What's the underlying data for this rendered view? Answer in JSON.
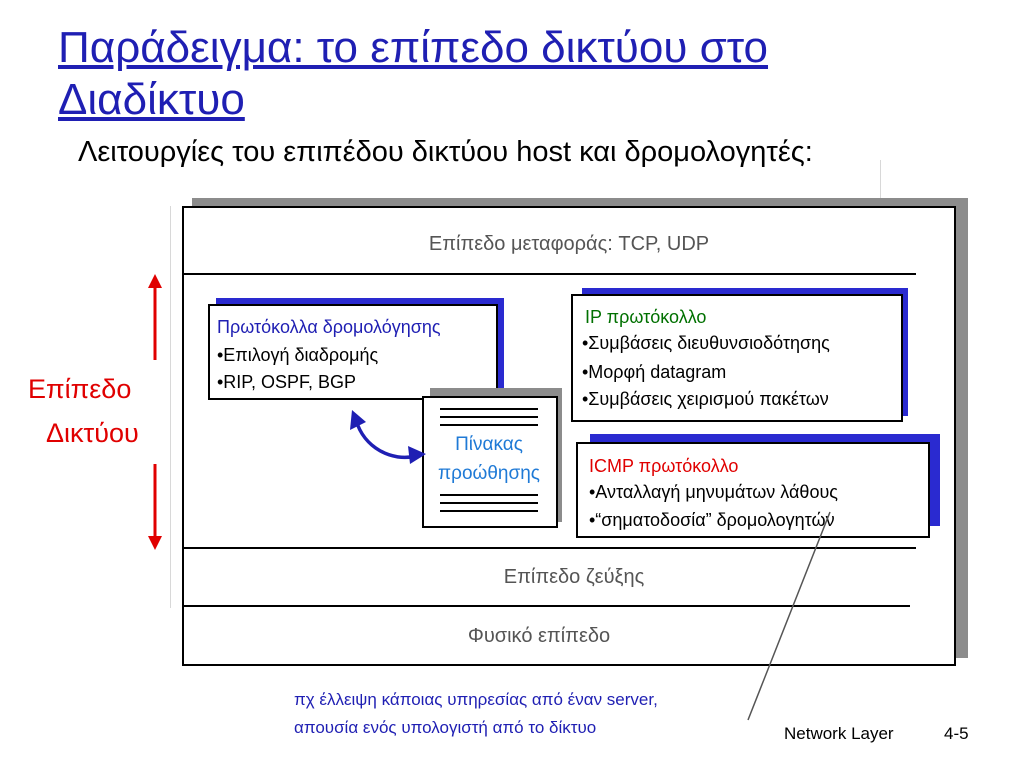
{
  "title": "Παράδειγμα: το επίπεδο δικτύου στο Διαδίκτυο",
  "subtitle": "Λειτουργίες του επιπέδου δικτύου host και δρομολογητές:",
  "layers": {
    "transport": "Επίπεδο μεταφοράς: TCP, UDP",
    "link": "Επίπεδο ζεύξης",
    "physical": "Φυσικό επίπεδο"
  },
  "network_layer_label": [
    "Επίπεδο",
    "Δικτύου"
  ],
  "routing_box": {
    "title": "Πρωτόκολλα δρομολόγησης",
    "items": [
      "•Επιλογή διαδρομής",
      "•RIP, OSPF, BGP"
    ]
  },
  "ip_box": {
    "title": "IP πρωτόκολλο",
    "items": [
      "•Συμβάσεις διευθυνσιοδότησης",
      "•Μορφή datagram",
      "•Συμβάσεις χειρισμού πακέτων"
    ]
  },
  "forwarding_table": {
    "label": [
      "Πίνακας",
      "προώθησης"
    ]
  },
  "icmp_box": {
    "title": "ICMP πρωτόκολλο",
    "items": [
      "•Ανταλλαγή μηνυμάτων λάθους",
      "•“σηματοδοσία” δρομολογητών"
    ]
  },
  "note": [
    "πχ έλλειψη κάποιας υπηρεσίας από έναν server,",
    "απουσία ενός υπολογιστή από το δίκτυο"
  ],
  "footer": {
    "left": "Network Layer",
    "right": "4-5"
  },
  "colors": {
    "title": "#1f1fb3",
    "accent_red": "#e00000",
    "box_shadow": "#2a2ad0",
    "frame_shadow": "#8c8c8c"
  }
}
